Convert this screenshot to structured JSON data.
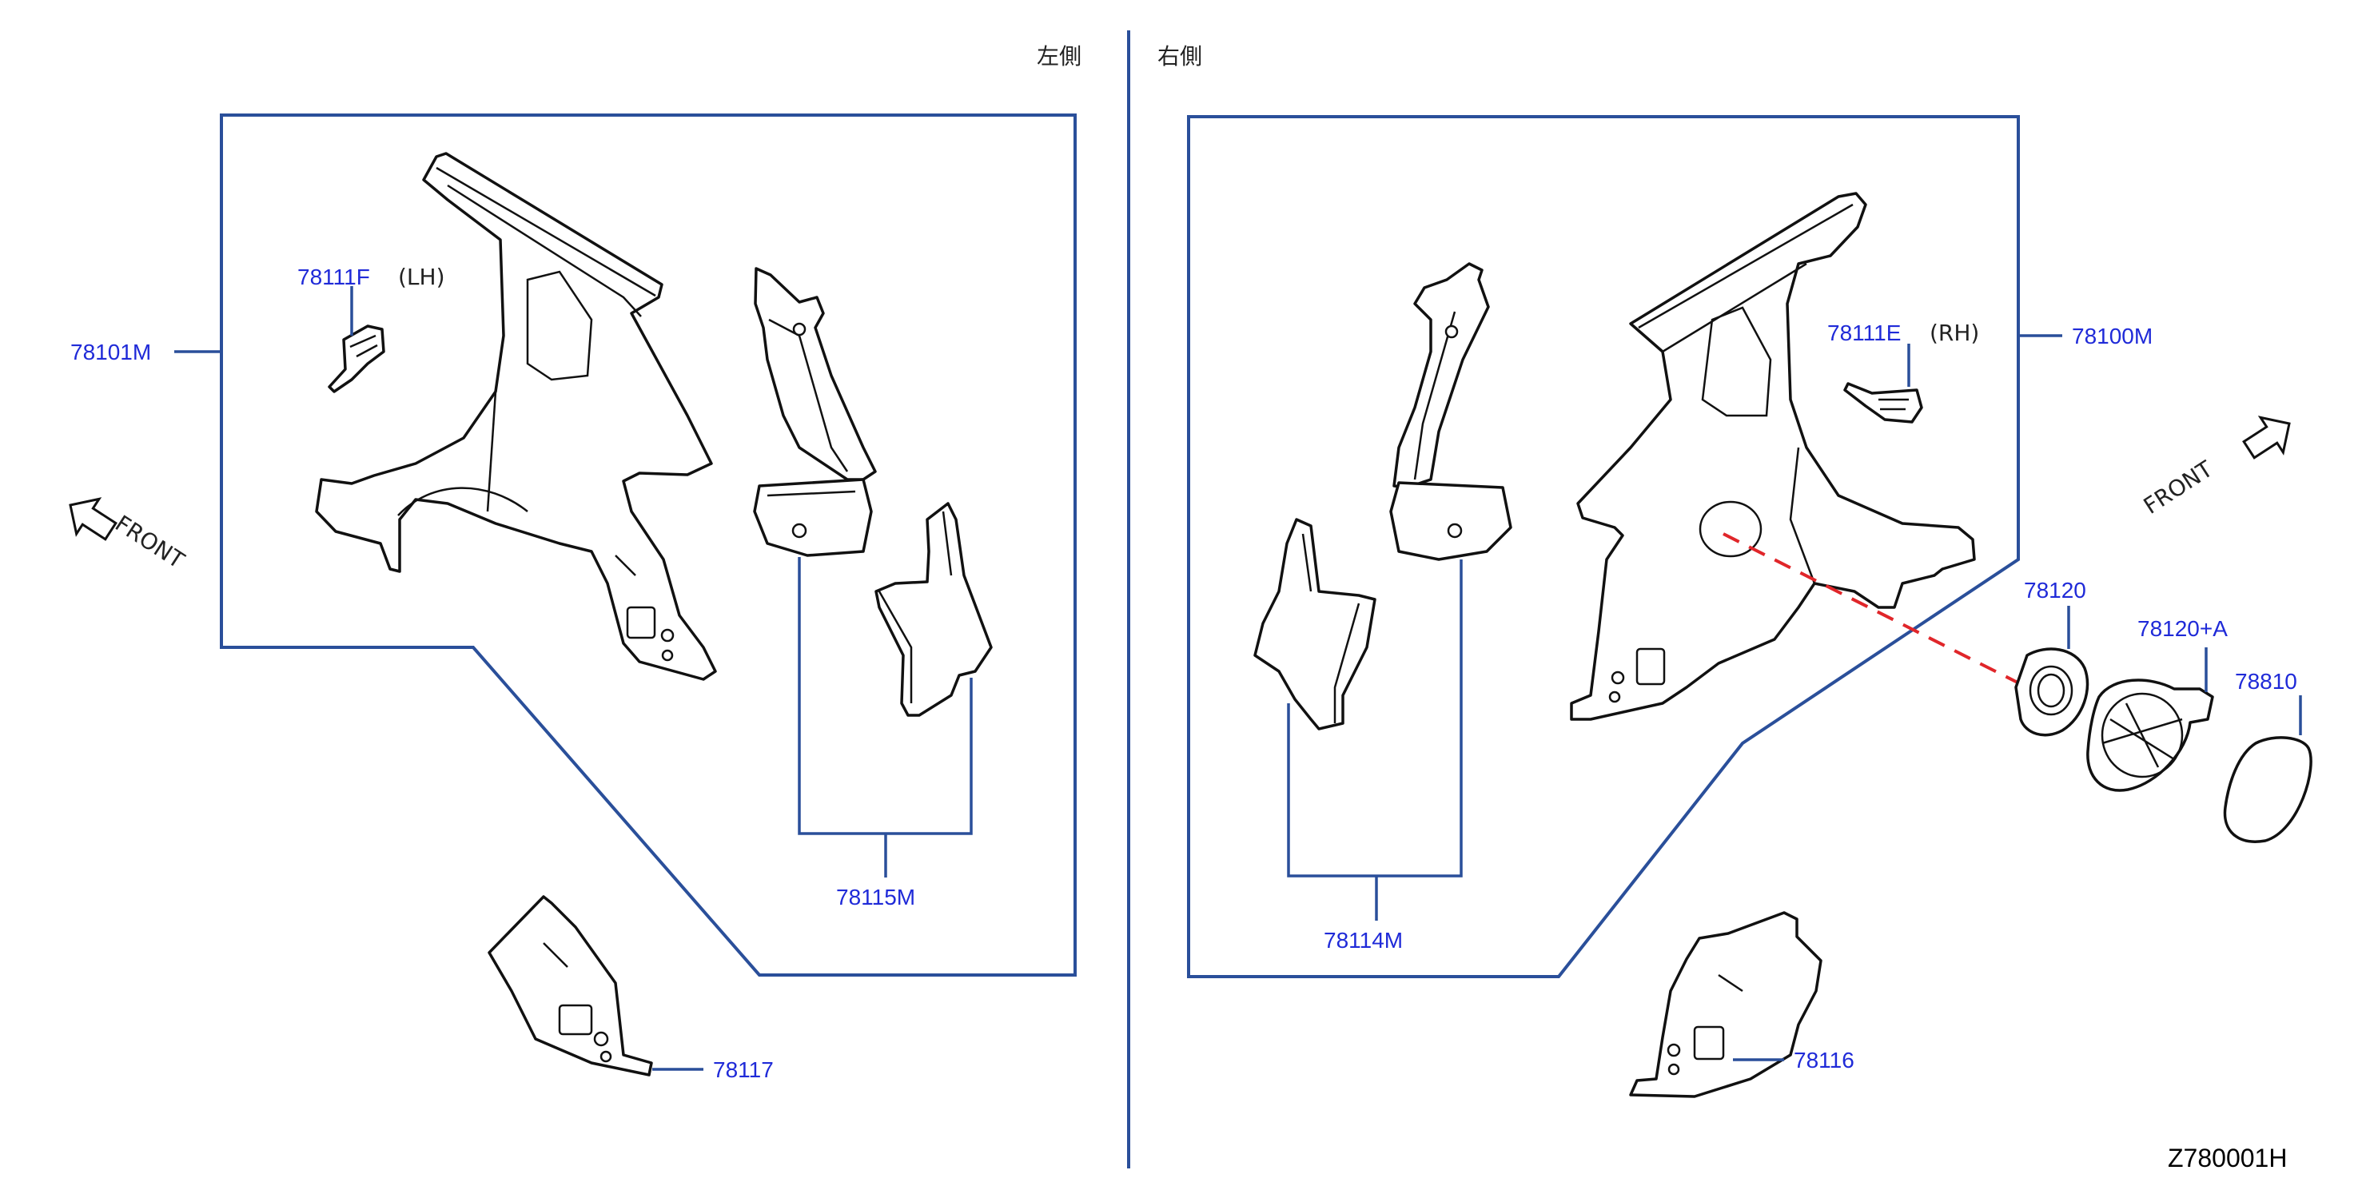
{
  "header": {
    "left_side": "左側",
    "right_side": "右側"
  },
  "labels": {
    "p78101M": "78101M",
    "p78111F": "78111F",
    "lh": "(LH)",
    "p78115M": "78115M",
    "p78117": "78117",
    "p78111E": "78111E",
    "rh": "(RH)",
    "p78100M": "78100M",
    "p78114M": "78114M",
    "p78116": "78116",
    "p78120": "78120",
    "p78120A": "78120+A",
    "p78810": "78810",
    "front_left": "FRONT",
    "front_right": "FRONT"
  },
  "footer": {
    "diagram_code": "Z780001H"
  },
  "colors": {
    "label_blue": "#1f2ad8",
    "frame_blue": "#2a4f9a",
    "dashed_red": "#e0262a"
  }
}
